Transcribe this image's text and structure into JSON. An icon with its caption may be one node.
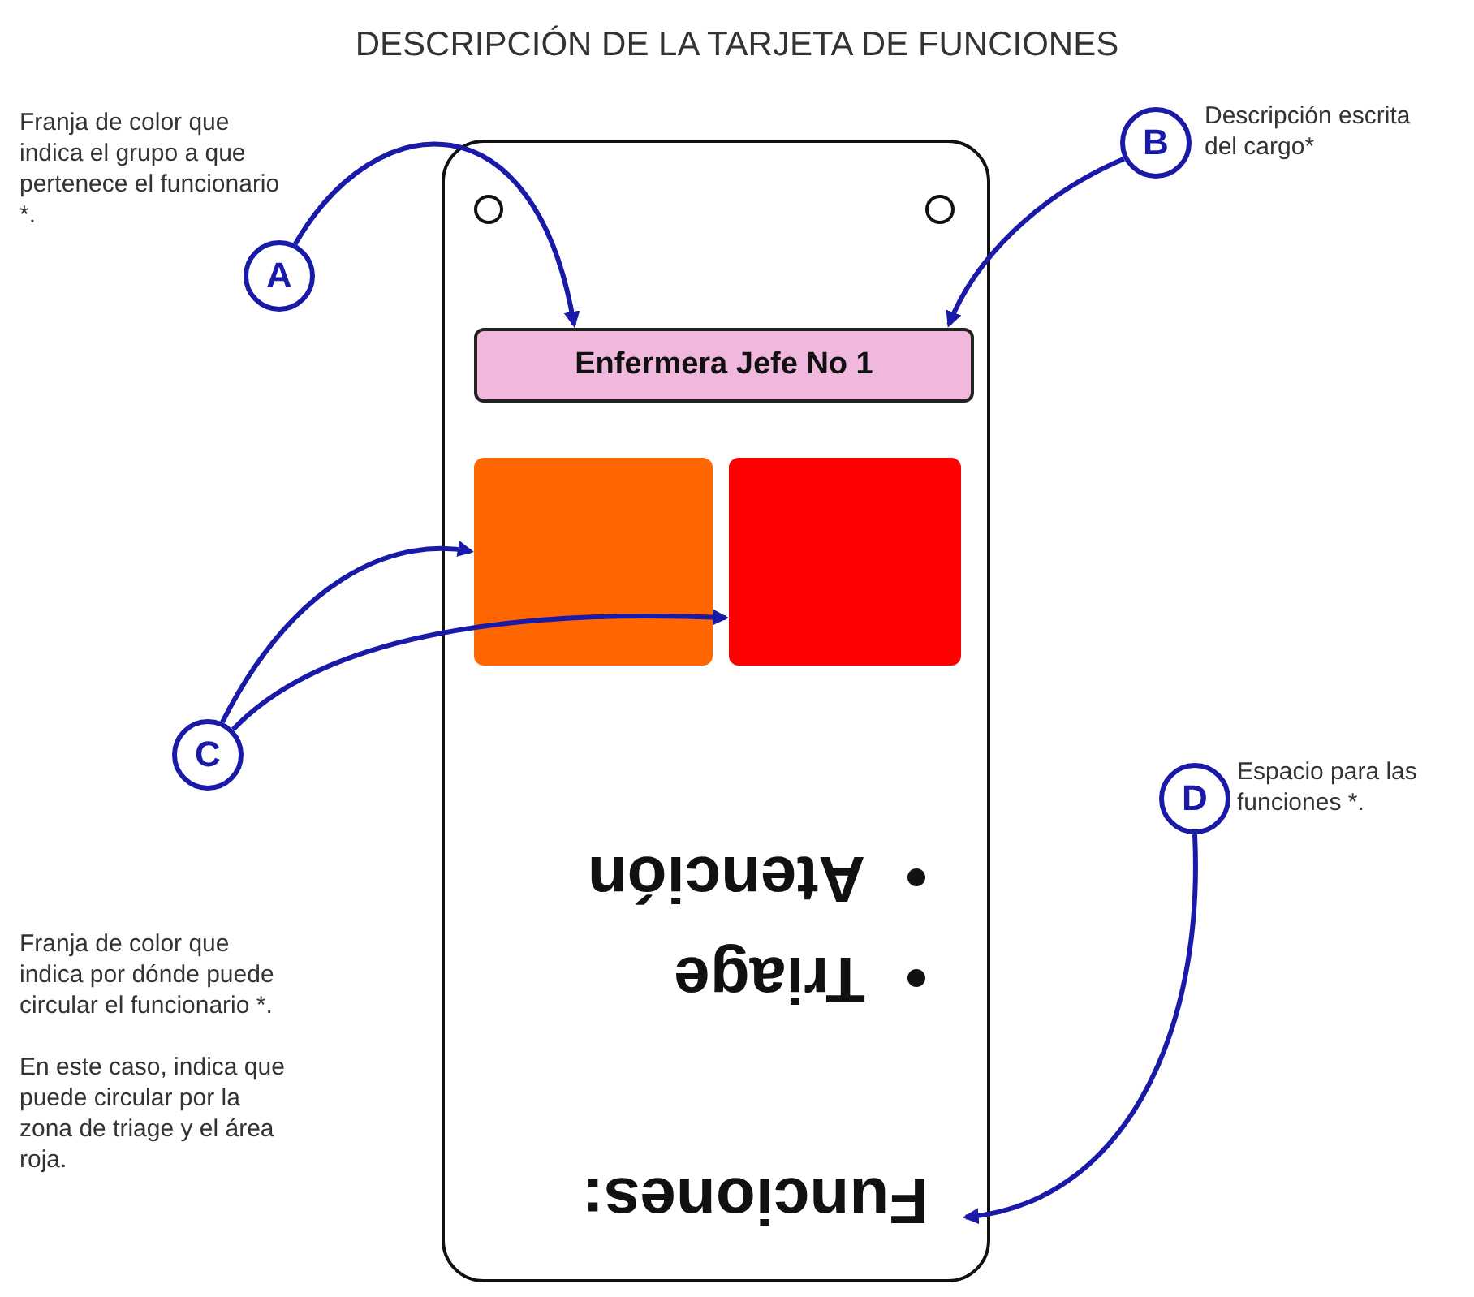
{
  "diagram": {
    "title": "DESCRIPCIÓN DE LA TARJETA DE FUNCIONES",
    "nodes": [
      {
        "text": [
          "A"
        ],
        "beside": [
          "Franja de color que indica el grupo a que pertenece el funcionario *."
        ]
      },
      {
        "text": [
          "B"
        ],
        "beside": [
          "Descripción escrita del cargo*"
        ]
      },
      {
        "text": [],
        "shape": "box"
      },
      {
        "text": [],
        "shape": "circle",
        "in": 2
      },
      {
        "text": [],
        "shape": "circle",
        "in": 2
      },
      {
        "text": [
          "Enfermera Jefe No 1"
        ],
        "in": 2
      },
      {
        "text": [],
        "shape": "box",
        "in": 2
      },
      {
        "text": [],
        "shape": "box",
        "in": 2
      },
      {
        "text": [
          "Funciones:",
          "Triage",
          "Atención"
        ],
        "in": 2
      },
      {
        "text": [
          "C"
        ],
        "beside": [
          "Franja de color que indica por dónde puede circular el funcionario *.",
          "En este caso, indica que puede circular por la zona de triage y el área roja."
        ]
      },
      {
        "text": [
          "D"
        ],
        "beside": [
          "Espacio para las funciones *."
        ]
      }
    ],
    "edges": [
      {
        "from": 0,
        "to": 5,
        "arrow": "to"
      },
      {
        "from": 1,
        "to": 5,
        "arrow": "to"
      },
      {
        "from": 9,
        "to": 6,
        "arrow": "to"
      },
      {
        "from": 9,
        "to": 7,
        "arrow": "to"
      },
      {
        "from": 10,
        "to": 8,
        "arrow": "to"
      }
    ]
  }
}
